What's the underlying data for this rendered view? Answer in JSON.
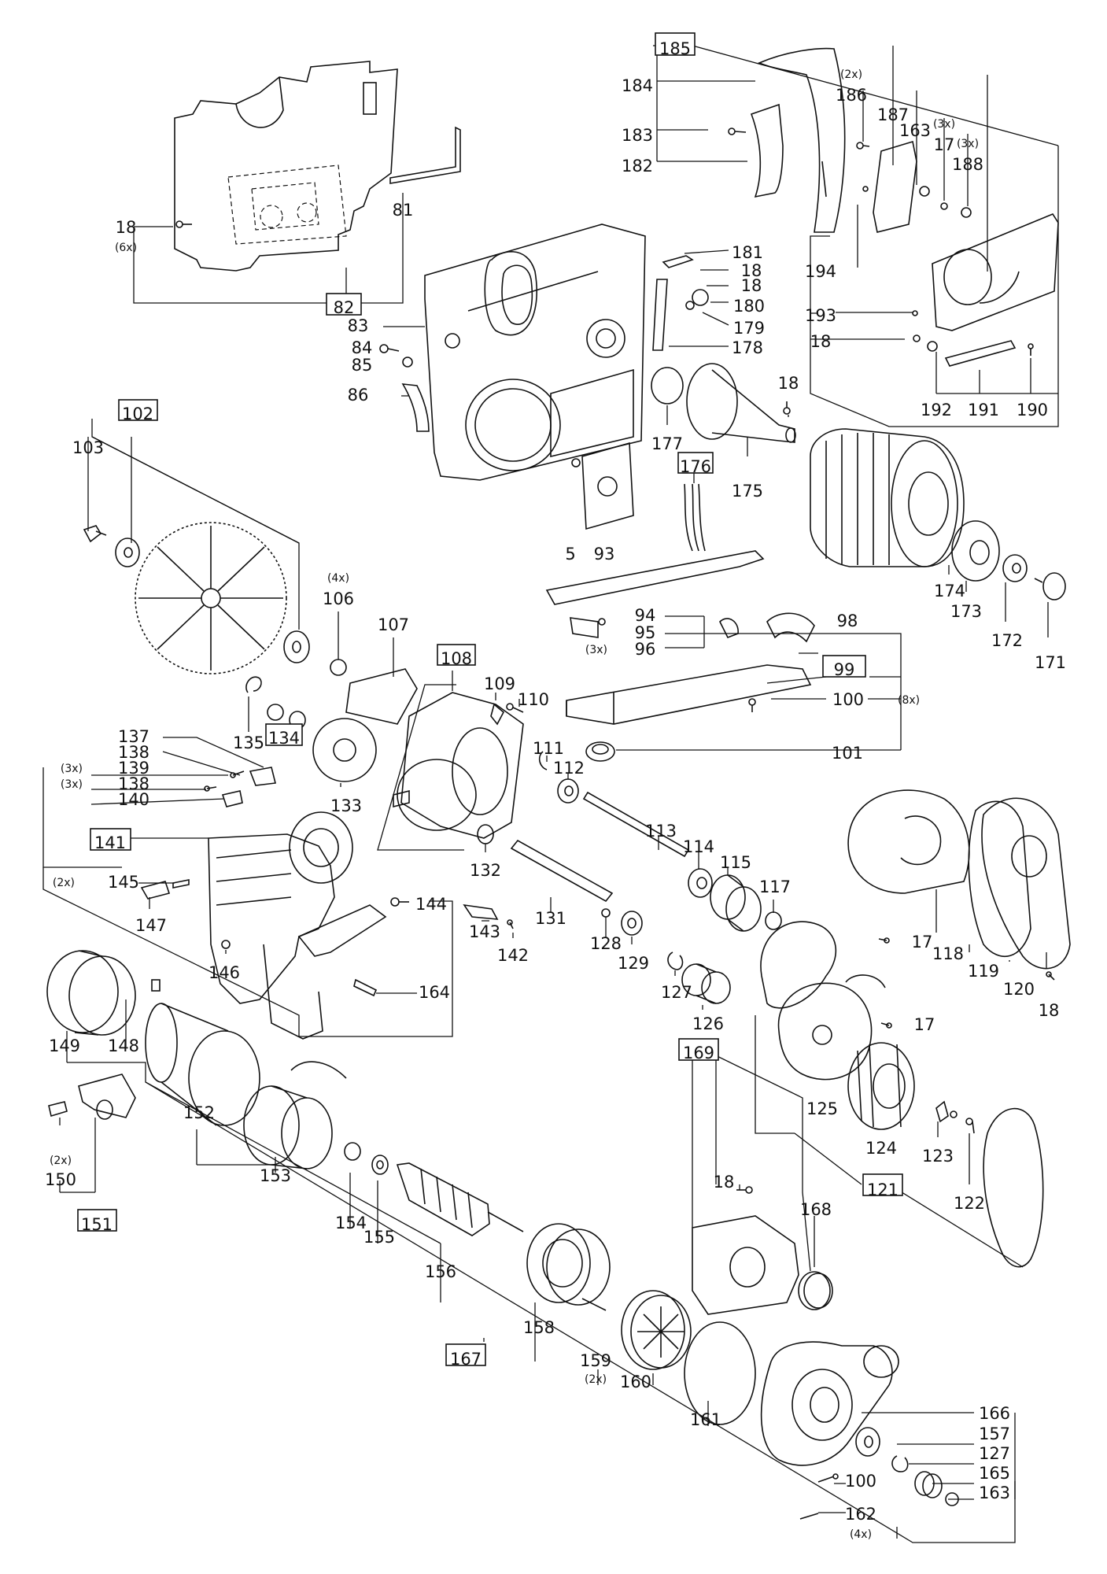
{
  "labels": [
    {
      "id": "185",
      "text": "185",
      "boxed": true
    },
    {
      "id": "184",
      "text": "184"
    },
    {
      "id": "183",
      "text": "183"
    },
    {
      "id": "182",
      "text": "182"
    },
    {
      "id": "186",
      "text": "186",
      "qty": "(2x)"
    },
    {
      "id": "187",
      "text": "187"
    },
    {
      "id": "163a",
      "text": "163"
    },
    {
      "id": "17a",
      "text": "17",
      "qty": "(3x)"
    },
    {
      "id": "188",
      "text": "188",
      "qty": "(3x)"
    },
    {
      "id": "81",
      "text": "81"
    },
    {
      "id": "18a",
      "text": "18",
      "qty": "(6x)"
    },
    {
      "id": "82",
      "text": "82",
      "boxed": true
    },
    {
      "id": "181",
      "text": "181"
    },
    {
      "id": "18b",
      "text": "18"
    },
    {
      "id": "18c",
      "text": "18"
    },
    {
      "id": "180",
      "text": "180"
    },
    {
      "id": "179",
      "text": "179"
    },
    {
      "id": "178",
      "text": "178"
    },
    {
      "id": "83",
      "text": "83"
    },
    {
      "id": "84",
      "text": "84"
    },
    {
      "id": "85",
      "text": "85"
    },
    {
      "id": "86",
      "text": "86"
    },
    {
      "id": "194",
      "text": "194"
    },
    {
      "id": "193",
      "text": "193"
    },
    {
      "id": "18d",
      "text": "18"
    },
    {
      "id": "192",
      "text": "192"
    },
    {
      "id": "191",
      "text": "191"
    },
    {
      "id": "190",
      "text": "190"
    },
    {
      "id": "102",
      "text": "102",
      "boxed": true
    },
    {
      "id": "103",
      "text": "103"
    },
    {
      "id": "177",
      "text": "177"
    },
    {
      "id": "18e",
      "text": "18"
    },
    {
      "id": "175",
      "text": "175"
    },
    {
      "id": "176",
      "text": "176",
      "boxed": true
    },
    {
      "id": "5",
      "text": "5"
    },
    {
      "id": "93",
      "text": "93"
    },
    {
      "id": "174",
      "text": "174"
    },
    {
      "id": "173",
      "text": "173"
    },
    {
      "id": "172",
      "text": "172"
    },
    {
      "id": "171",
      "text": "171"
    },
    {
      "id": "106",
      "text": "106",
      "qty": "(4x)"
    },
    {
      "id": "94",
      "text": "94"
    },
    {
      "id": "95",
      "text": "95"
    },
    {
      "id": "96",
      "text": "96",
      "qty": "(3x)"
    },
    {
      "id": "98",
      "text": "98"
    },
    {
      "id": "107",
      "text": "107"
    },
    {
      "id": "108",
      "text": "108",
      "boxed": true
    },
    {
      "id": "109",
      "text": "109"
    },
    {
      "id": "110",
      "text": "110"
    },
    {
      "id": "99",
      "text": "99",
      "boxed": true
    },
    {
      "id": "100a",
      "text": "100",
      "qty": "(8x)"
    },
    {
      "id": "135",
      "text": "135"
    },
    {
      "id": "134",
      "text": "134",
      "boxed": true
    },
    {
      "id": "133",
      "text": "133"
    },
    {
      "id": "101",
      "text": "101"
    },
    {
      "id": "111",
      "text": "111"
    },
    {
      "id": "112",
      "text": "112"
    },
    {
      "id": "137",
      "text": "137"
    },
    {
      "id": "138a",
      "text": "138"
    },
    {
      "id": "139",
      "text": "139",
      "qty": "(3x)"
    },
    {
      "id": "138b",
      "text": "138",
      "qty": "(3x)"
    },
    {
      "id": "140",
      "text": "140"
    },
    {
      "id": "141",
      "text": "141",
      "boxed": true
    },
    {
      "id": "145",
      "text": "145",
      "qty": "(2x)"
    },
    {
      "id": "147",
      "text": "147"
    },
    {
      "id": "113",
      "text": "113"
    },
    {
      "id": "114",
      "text": "114"
    },
    {
      "id": "115",
      "text": "115"
    },
    {
      "id": "117",
      "text": "117"
    },
    {
      "id": "132",
      "text": "132"
    },
    {
      "id": "131",
      "text": "131"
    },
    {
      "id": "144",
      "text": "144"
    },
    {
      "id": "143",
      "text": "143"
    },
    {
      "id": "142",
      "text": "142"
    },
    {
      "id": "128",
      "text": "128"
    },
    {
      "id": "129",
      "text": "129"
    },
    {
      "id": "146",
      "text": "146"
    },
    {
      "id": "127a",
      "text": "127"
    },
    {
      "id": "126",
      "text": "126"
    },
    {
      "id": "164",
      "text": "164"
    },
    {
      "id": "17b",
      "text": "17"
    },
    {
      "id": "118",
      "text": "118"
    },
    {
      "id": "119",
      "text": "119"
    },
    {
      "id": "120",
      "text": "120"
    },
    {
      "id": "18f",
      "text": "18"
    },
    {
      "id": "17c",
      "text": "17"
    },
    {
      "id": "149",
      "text": "149"
    },
    {
      "id": "148",
      "text": "148"
    },
    {
      "id": "125",
      "text": "125"
    },
    {
      "id": "124",
      "text": "124"
    },
    {
      "id": "152",
      "text": "152"
    },
    {
      "id": "153",
      "text": "153"
    },
    {
      "id": "150",
      "text": "150",
      "qty": "(2x)"
    },
    {
      "id": "151",
      "text": "151",
      "boxed": true
    },
    {
      "id": "169",
      "text": "169",
      "boxed": true
    },
    {
      "id": "18g",
      "text": "18"
    },
    {
      "id": "121",
      "text": "121",
      "boxed": true
    },
    {
      "id": "123",
      "text": "123"
    },
    {
      "id": "122",
      "text": "122"
    },
    {
      "id": "168",
      "text": "168"
    },
    {
      "id": "154",
      "text": "154"
    },
    {
      "id": "155",
      "text": "155"
    },
    {
      "id": "156",
      "text": "156"
    },
    {
      "id": "158",
      "text": "158"
    },
    {
      "id": "159",
      "text": "159",
      "qty": "(2x)"
    },
    {
      "id": "160",
      "text": "160"
    },
    {
      "id": "167",
      "text": "167",
      "boxed": true
    },
    {
      "id": "161",
      "text": "161"
    },
    {
      "id": "166",
      "text": "166"
    },
    {
      "id": "157",
      "text": "157"
    },
    {
      "id": "127b",
      "text": "127"
    },
    {
      "id": "100b",
      "text": "100"
    },
    {
      "id": "165",
      "text": "165"
    },
    {
      "id": "162",
      "text": "162",
      "qty": "(4x)"
    },
    {
      "id": "163b",
      "text": "163"
    }
  ]
}
